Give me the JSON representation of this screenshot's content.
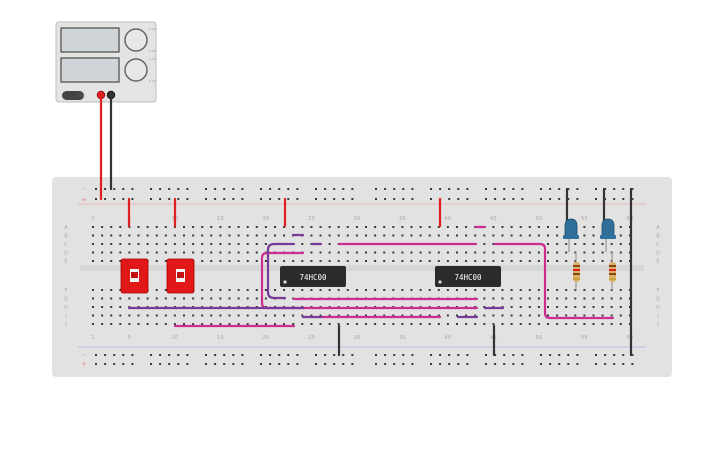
{
  "power_supply": {
    "upper_knob_labels": [
      "5.0V",
      "0.0V"
    ],
    "lower_knob_labels": [
      "0.1A",
      "0.0A"
    ],
    "switch_label": "OFF"
  },
  "breadboard": {
    "column_numbers": [
      "1",
      "5",
      "10",
      "15",
      "20",
      "25",
      "30",
      "35",
      "40",
      "45",
      "50",
      "55",
      "60"
    ],
    "row_letters_top": [
      "A",
      "B",
      "C",
      "D",
      "E"
    ],
    "row_letters_bottom": [
      "F",
      "G",
      "H",
      "I",
      "J"
    ],
    "rail_plus": "+",
    "rail_minus": "−"
  },
  "chips": [
    {
      "label": "74HC00"
    },
    {
      "label": "74HC00"
    }
  ],
  "colors": {
    "wire_red": "#e02020",
    "wire_black": "#333333",
    "wire_magenta": "#cc2d8e",
    "wire_purple": "#7a3a9a",
    "led_blue": "#2f6f9a",
    "switch_red": "#e01818",
    "board_bg": "#e2e2e2"
  }
}
